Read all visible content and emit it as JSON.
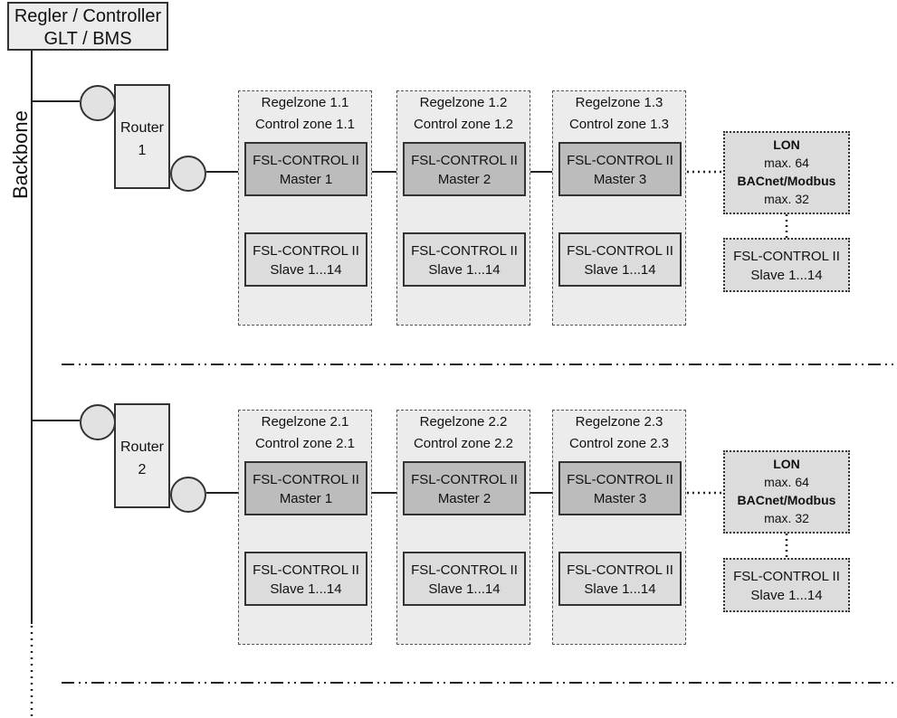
{
  "controller": {
    "line1": "Regler / Controller",
    "line2": "GLT / BMS"
  },
  "backbone_label": "Backbone",
  "groups": [
    {
      "router": {
        "label": "Router",
        "number": "1"
      },
      "zones": [
        {
          "title_de": "Regelzone 1.1",
          "title_en": "Control zone 1.1",
          "master": {
            "line1": "FSL-CONTROL II",
            "line2": "Master 1"
          },
          "slave": {
            "line1": "FSL-CONTROL II",
            "line2": "Slave 1...14"
          }
        },
        {
          "title_de": "Regelzone 1.2",
          "title_en": "Control zone 1.2",
          "master": {
            "line1": "FSL-CONTROL II",
            "line2": "Master 2"
          },
          "slave": {
            "line1": "FSL-CONTROL II",
            "line2": "Slave 1...14"
          }
        },
        {
          "title_de": "Regelzone 1.3",
          "title_en": "Control zone 1.3",
          "master": {
            "line1": "FSL-CONTROL II",
            "line2": "Master 3"
          },
          "slave": {
            "line1": "FSL-CONTROL II",
            "line2": "Slave 1...14"
          }
        }
      ],
      "protocol": {
        "lon": "LON",
        "lon_max": "max. 64",
        "bac": "BACnet/Modbus",
        "bac_max": "max. 32"
      },
      "ext_slave": {
        "line1": "FSL-CONTROL II",
        "line2": "Slave 1...14"
      }
    },
    {
      "router": {
        "label": "Router",
        "number": "2"
      },
      "zones": [
        {
          "title_de": "Regelzone 2.1",
          "title_en": "Control zone 2.1",
          "master": {
            "line1": "FSL-CONTROL II",
            "line2": "Master 1"
          },
          "slave": {
            "line1": "FSL-CONTROL II",
            "line2": "Slave 1...14"
          }
        },
        {
          "title_de": "Regelzone 2.2",
          "title_en": "Control zone 2.2",
          "master": {
            "line1": "FSL-CONTROL II",
            "line2": "Master 2"
          },
          "slave": {
            "line1": "FSL-CONTROL II",
            "line2": "Slave 1...14"
          }
        },
        {
          "title_de": "Regelzone 2.3",
          "title_en": "Control zone 2.3",
          "master": {
            "line1": "FSL-CONTROL II",
            "line2": "Master 3"
          },
          "slave": {
            "line1": "FSL-CONTROL II",
            "line2": "Slave 1...14"
          }
        }
      ],
      "protocol": {
        "lon": "LON",
        "lon_max": "max. 64",
        "bac": "BACnet/Modbus",
        "bac_max": "max. 32"
      },
      "ext_slave": {
        "line1": "FSL-CONTROL II",
        "line2": "Slave 1...14"
      }
    }
  ]
}
